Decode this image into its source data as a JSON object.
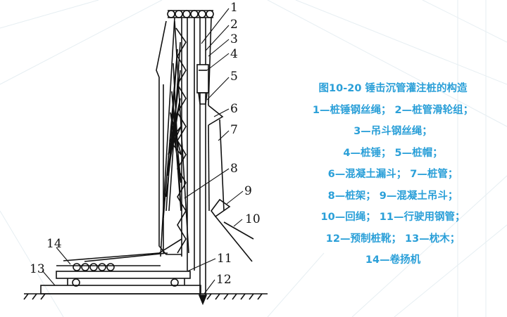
{
  "figure": {
    "part_numbers": [
      "1",
      "2",
      "3",
      "4",
      "5",
      "6",
      "7",
      "8",
      "9",
      "10",
      "11",
      "12",
      "13",
      "14"
    ]
  },
  "caption": {
    "title": "图10-20  锤击沉管灌注桩的构造",
    "lines": [
      "1—桩锤钢丝绳； 2—桩管滑轮组；",
      "3—吊斗钢丝绳；",
      "4—桩锤； 5—桩帽；",
      "6—混凝土漏斗； 7—桩管；",
      "8—桩架； 9—混凝土吊斗；",
      "10—回绳； 11—行驶用钢管；",
      "12—预制桩靴； 13—枕木；",
      "14—卷扬机"
    ],
    "color": "#2a9fd8"
  }
}
